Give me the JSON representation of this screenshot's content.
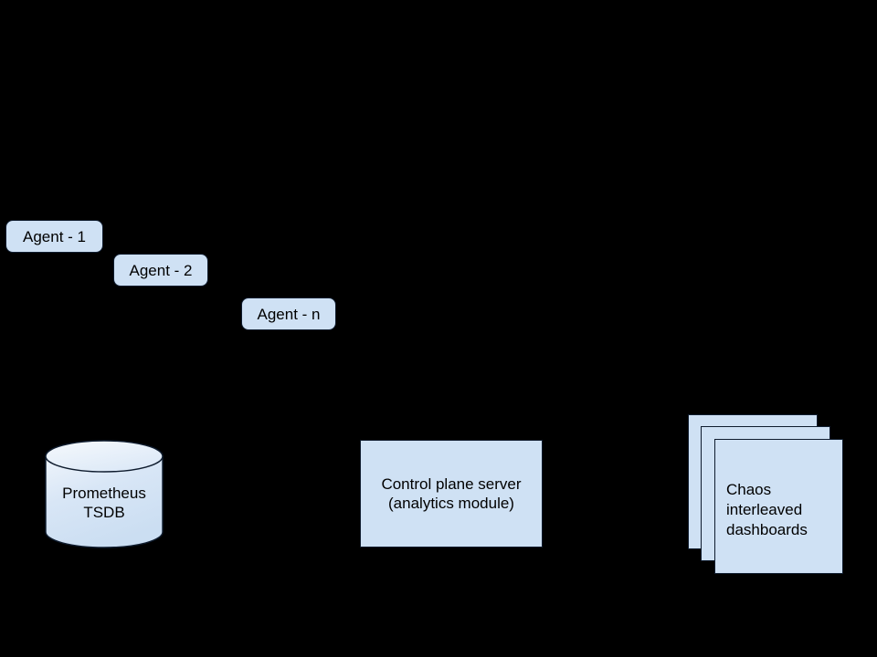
{
  "diagram": {
    "background_color": "#000000",
    "node_fill": "#cfe1f4",
    "node_stroke": "#0f1c2e",
    "text_color": "#000000",
    "agents": [
      {
        "id": "agent-1",
        "label": "Agent - 1"
      },
      {
        "id": "agent-2",
        "label": "Agent - 2"
      },
      {
        "id": "agent-n",
        "label": "Agent - n"
      }
    ],
    "datastore": {
      "shape": "cylinder",
      "label_line_1": "Prometheus",
      "label_line_2": "TSDB"
    },
    "server": {
      "shape": "rectangle",
      "label_line_1": "Control plane server",
      "label_line_2": "(analytics module)"
    },
    "dashboards": {
      "shape": "stacked-rectangles",
      "sheet_count": 3,
      "label_line_1": "Chaos",
      "label_line_2": "interleaved",
      "label_line_3": "dashboards"
    },
    "connectors": [
      {
        "id": "arrow-to-dashboards",
        "direction": "right",
        "style": "solid-filled-arrowhead"
      }
    ]
  }
}
